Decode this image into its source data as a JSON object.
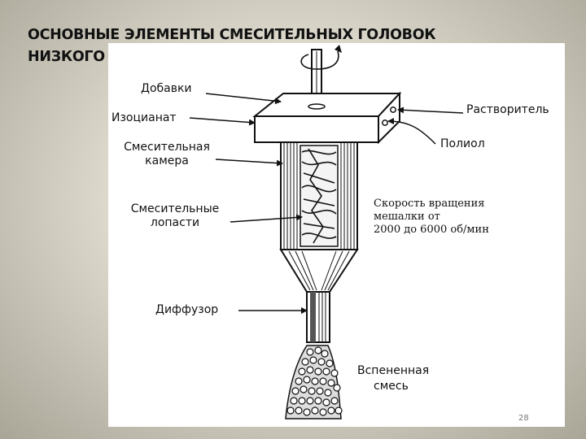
{
  "slide": {
    "title": "ОСНОВНЫЕ ЭЛЕМЕНТЫ СМЕСИТЕЛЬНЫХ ГОЛОВОК НИЗКОГО ДАВЛЕНИЯ",
    "page_number": "28"
  },
  "diagram": {
    "labels": {
      "additives": "Добавки",
      "isocyanate": "Изоцианат",
      "mixing_chamber_line1": "Смесительная",
      "mixing_chamber_line2": "камера",
      "mixing_blades_line1": "Смесительные",
      "mixing_blades_line2": "лопасти",
      "diffuser": "Диффузор",
      "solvent": "Растворитель",
      "polyol": "Полиол",
      "speed_line1": "Скорость вращения",
      "speed_line2": "мешалки от",
      "speed_line3": "2000 до 6000 об/мин",
      "foamed_line1": "Вспененная",
      "foamed_line2": "смесь"
    }
  }
}
